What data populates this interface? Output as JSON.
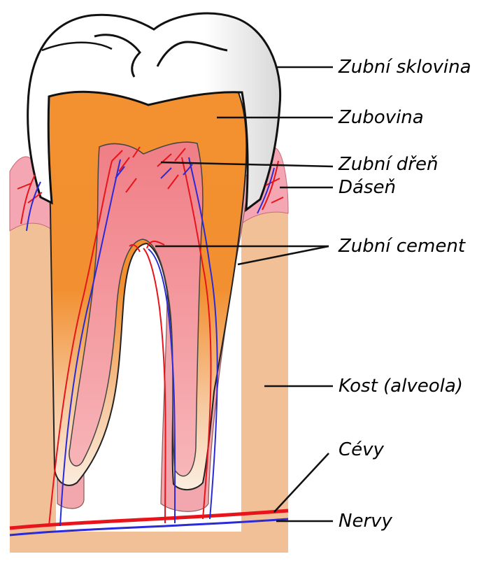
{
  "labels": {
    "enamel": "Zubní sklovina",
    "dentin": "Zubovina",
    "pulp": "Zubní dřeň",
    "gum": "Dáseň",
    "cementum": "Zubní cement",
    "bone": "Kost (alveola)",
    "vessels": "Cévy",
    "nerves": "Nervy"
  },
  "colors": {
    "enamel": "#ffffff",
    "dentin": "#f4912e",
    "pulp": "#f08a8f",
    "gum": "#f4a6b2",
    "bone": "#f1c097",
    "vessel": "#e8141c",
    "nerve": "#2a2ad8",
    "outline": "#222222"
  }
}
